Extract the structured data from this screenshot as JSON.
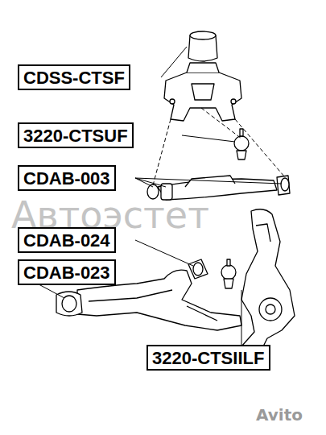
{
  "diagram": {
    "nodes": [
      {
        "text": [
          "CDSS-CTSF"
        ]
      },
      {
        "text": [
          "3220-CTSUF"
        ]
      },
      {
        "text": [
          "CDAB-003"
        ]
      },
      {
        "text": [
          "CDAB-024"
        ]
      },
      {
        "text": [
          "CDAB-023"
        ]
      },
      {
        "text": [
          "3220-CTSIILF"
        ]
      }
    ],
    "labels": [
      "Автоэстет",
      "Avito"
    ]
  }
}
